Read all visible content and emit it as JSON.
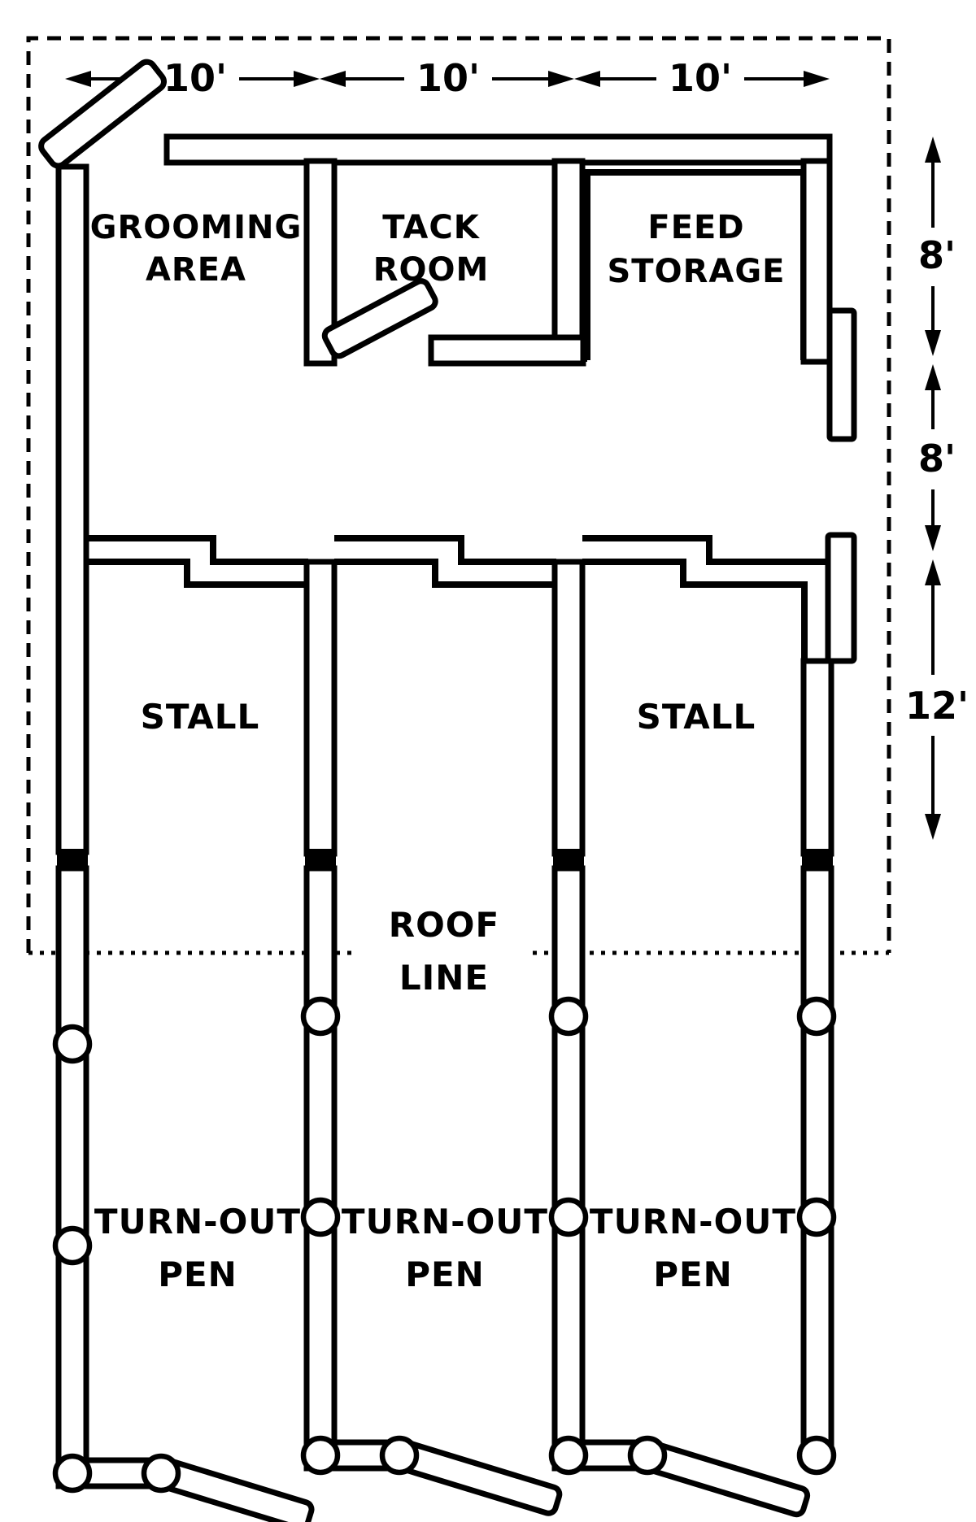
{
  "figure": {
    "type": "floor-plan",
    "subject": "horse barn with stalls and turn-out pens"
  },
  "colors": {
    "line": "#000000",
    "background": "#ffffff"
  },
  "dimensions": {
    "top": [
      {
        "label": "10'"
      },
      {
        "label": "10'"
      },
      {
        "label": "10'"
      }
    ],
    "right": [
      {
        "label": "8'"
      },
      {
        "label": "8'"
      },
      {
        "label": "12'"
      }
    ]
  },
  "rooms": {
    "grooming": {
      "line1": "GROOMING",
      "line2": "AREA"
    },
    "tack": {
      "line1": "TACK",
      "line2": "ROOM"
    },
    "feed": {
      "line1": "FEED",
      "line2": "STORAGE"
    }
  },
  "stalls": {
    "left": {
      "label": "STALL"
    },
    "right": {
      "label": "STALL"
    }
  },
  "roof_line": {
    "line1": "ROOF",
    "line2": "LINE"
  },
  "pens": [
    {
      "line1": "TURN-OUT",
      "line2": "PEN"
    },
    {
      "line1": "TURN-OUT",
      "line2": "PEN"
    },
    {
      "line1": "TURN-OUT",
      "line2": "PEN"
    }
  ]
}
